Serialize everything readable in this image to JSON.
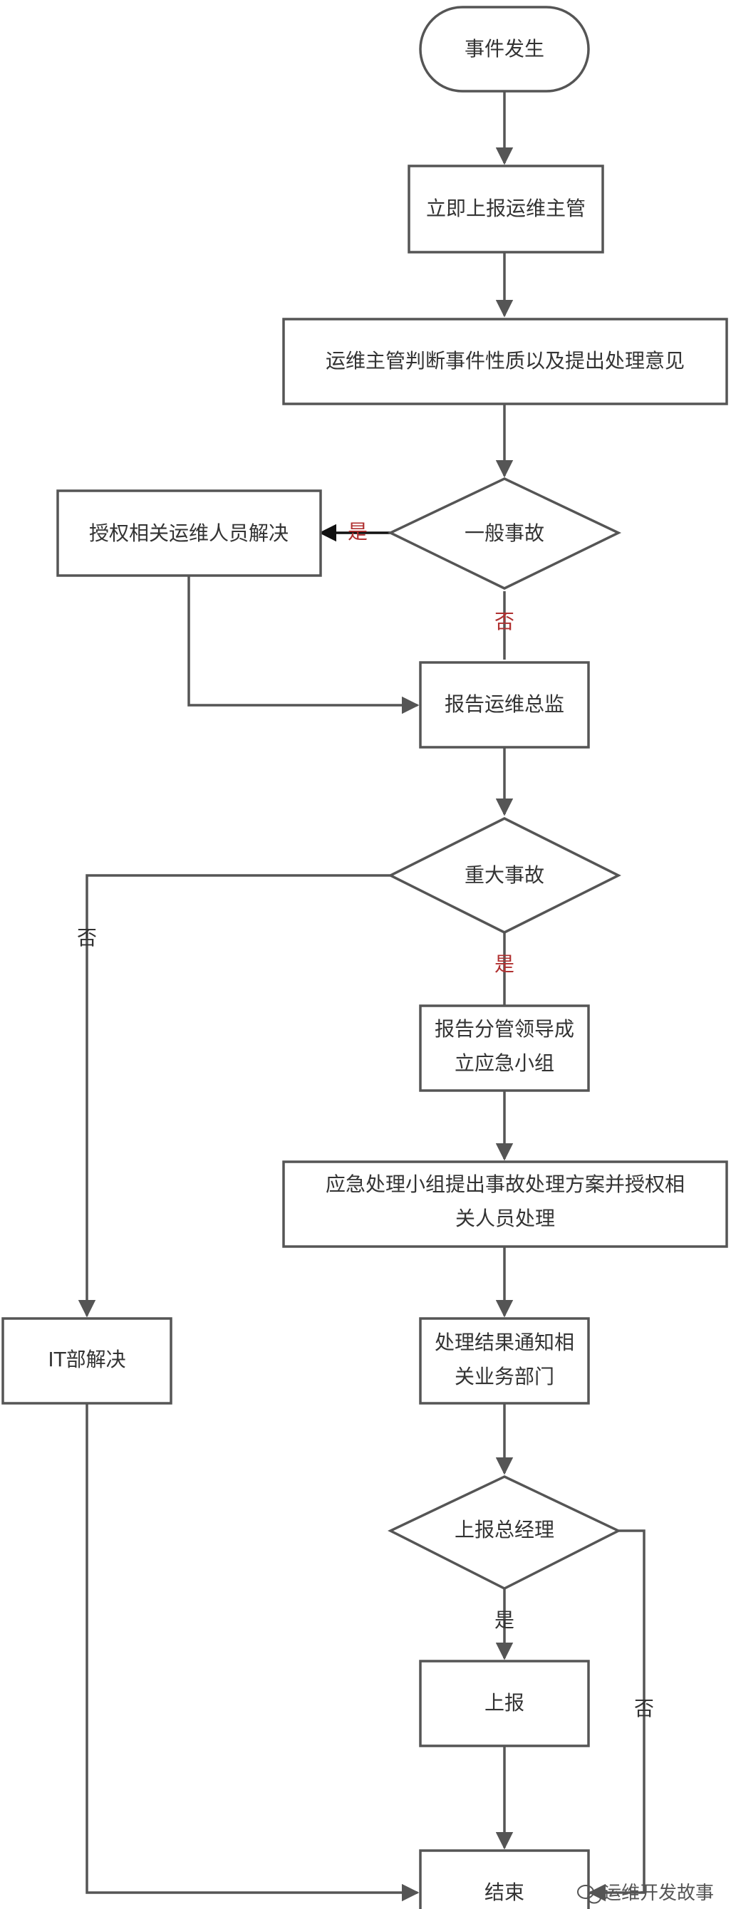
{
  "nodes": {
    "start": "事件发生",
    "report_supervisor": "立即上报运维主管",
    "supervisor_judge": "运维主管判断事件性质以及提出处理意见",
    "general_incident": "一般事故",
    "authorize_staff": "授权相关运维人员解决",
    "report_director": "报告运维总监",
    "major_incident": "重大事故",
    "report_leader_line1": "报告分管领导成",
    "report_leader_line2": "立应急小组",
    "emergency_plan_line1": "应急处理小组提出事故处理方案并授权相",
    "emergency_plan_line2": "关人员处理",
    "notify_line1": "处理结果通知相",
    "notify_line2": "关业务部门",
    "it_resolve": "IT部解决",
    "report_gm": "上报总经理",
    "report": "上报",
    "end": "结束"
  },
  "edge_labels": {
    "general_yes": "是",
    "general_no": "否",
    "major_yes": "是",
    "major_no": "否",
    "gm_yes": "是",
    "gm_no": "否"
  },
  "watermark": "运维开发故事",
  "colors": {
    "stroke": "#555555",
    "red_label": "#b03030",
    "text": "#333333"
  }
}
